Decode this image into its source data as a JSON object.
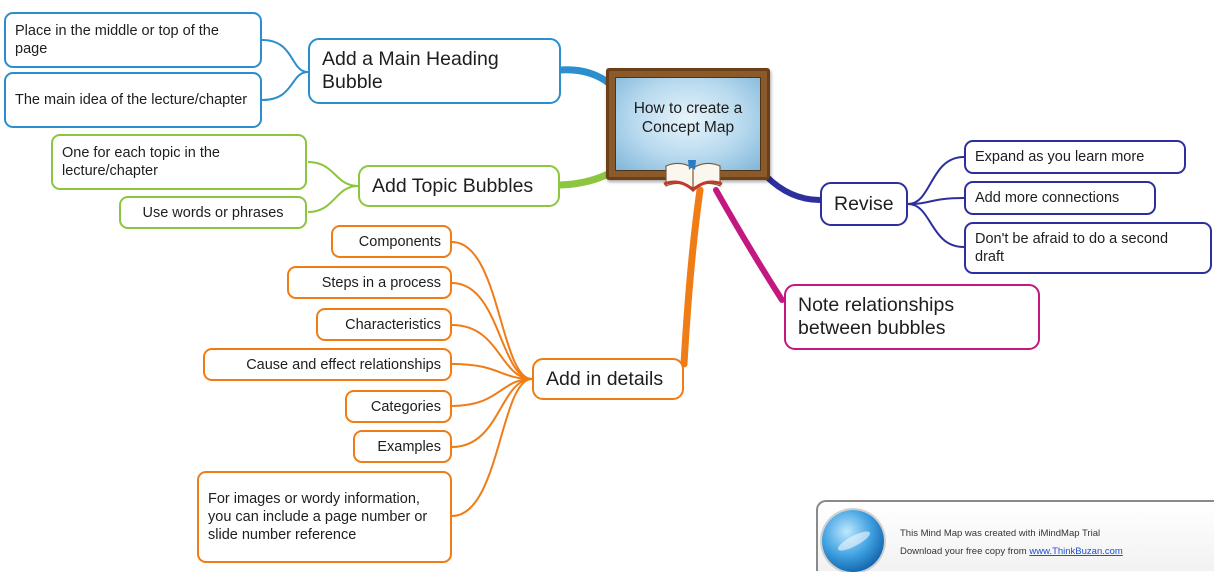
{
  "center": {
    "title": "How to create a Concept Map"
  },
  "branches": [
    {
      "id": "main-heading",
      "label": "Add a Main Heading Bubble",
      "color": "#2b8fcf",
      "children": [
        "Place in the middle or top of the page",
        "The main idea of the lecture/chapter"
      ]
    },
    {
      "id": "topic-bubbles",
      "label": "Add Topic Bubbles",
      "color": "#8cc63f",
      "children": [
        "One for each topic in the lecture/chapter",
        "Use words or phrases"
      ]
    },
    {
      "id": "details",
      "label": "Add in details",
      "color": "#f07c16",
      "children": [
        "Components",
        "Steps in a process",
        "Characteristics",
        "Cause and effect relationships",
        "Categories",
        "Examples",
        "For images or wordy information, you can include a page number or slide number reference"
      ]
    },
    {
      "id": "revise",
      "label": "Revise",
      "color": "#2d2f9e",
      "children": [
        "Expand as you learn more",
        "Add more connections",
        "Don't be afraid to do a second draft"
      ]
    },
    {
      "id": "relationships",
      "label": "Note relationships between bubbles",
      "color": "#c2187f",
      "children": []
    }
  ],
  "footer": {
    "line1": "This Mind Map was created with iMindMap Trial",
    "line2_prefix": "Download your free copy from ",
    "link": "www.ThinkBuzan.com"
  },
  "icons": {
    "center": "book-icon",
    "footer": "imindmap-logo-icon"
  }
}
